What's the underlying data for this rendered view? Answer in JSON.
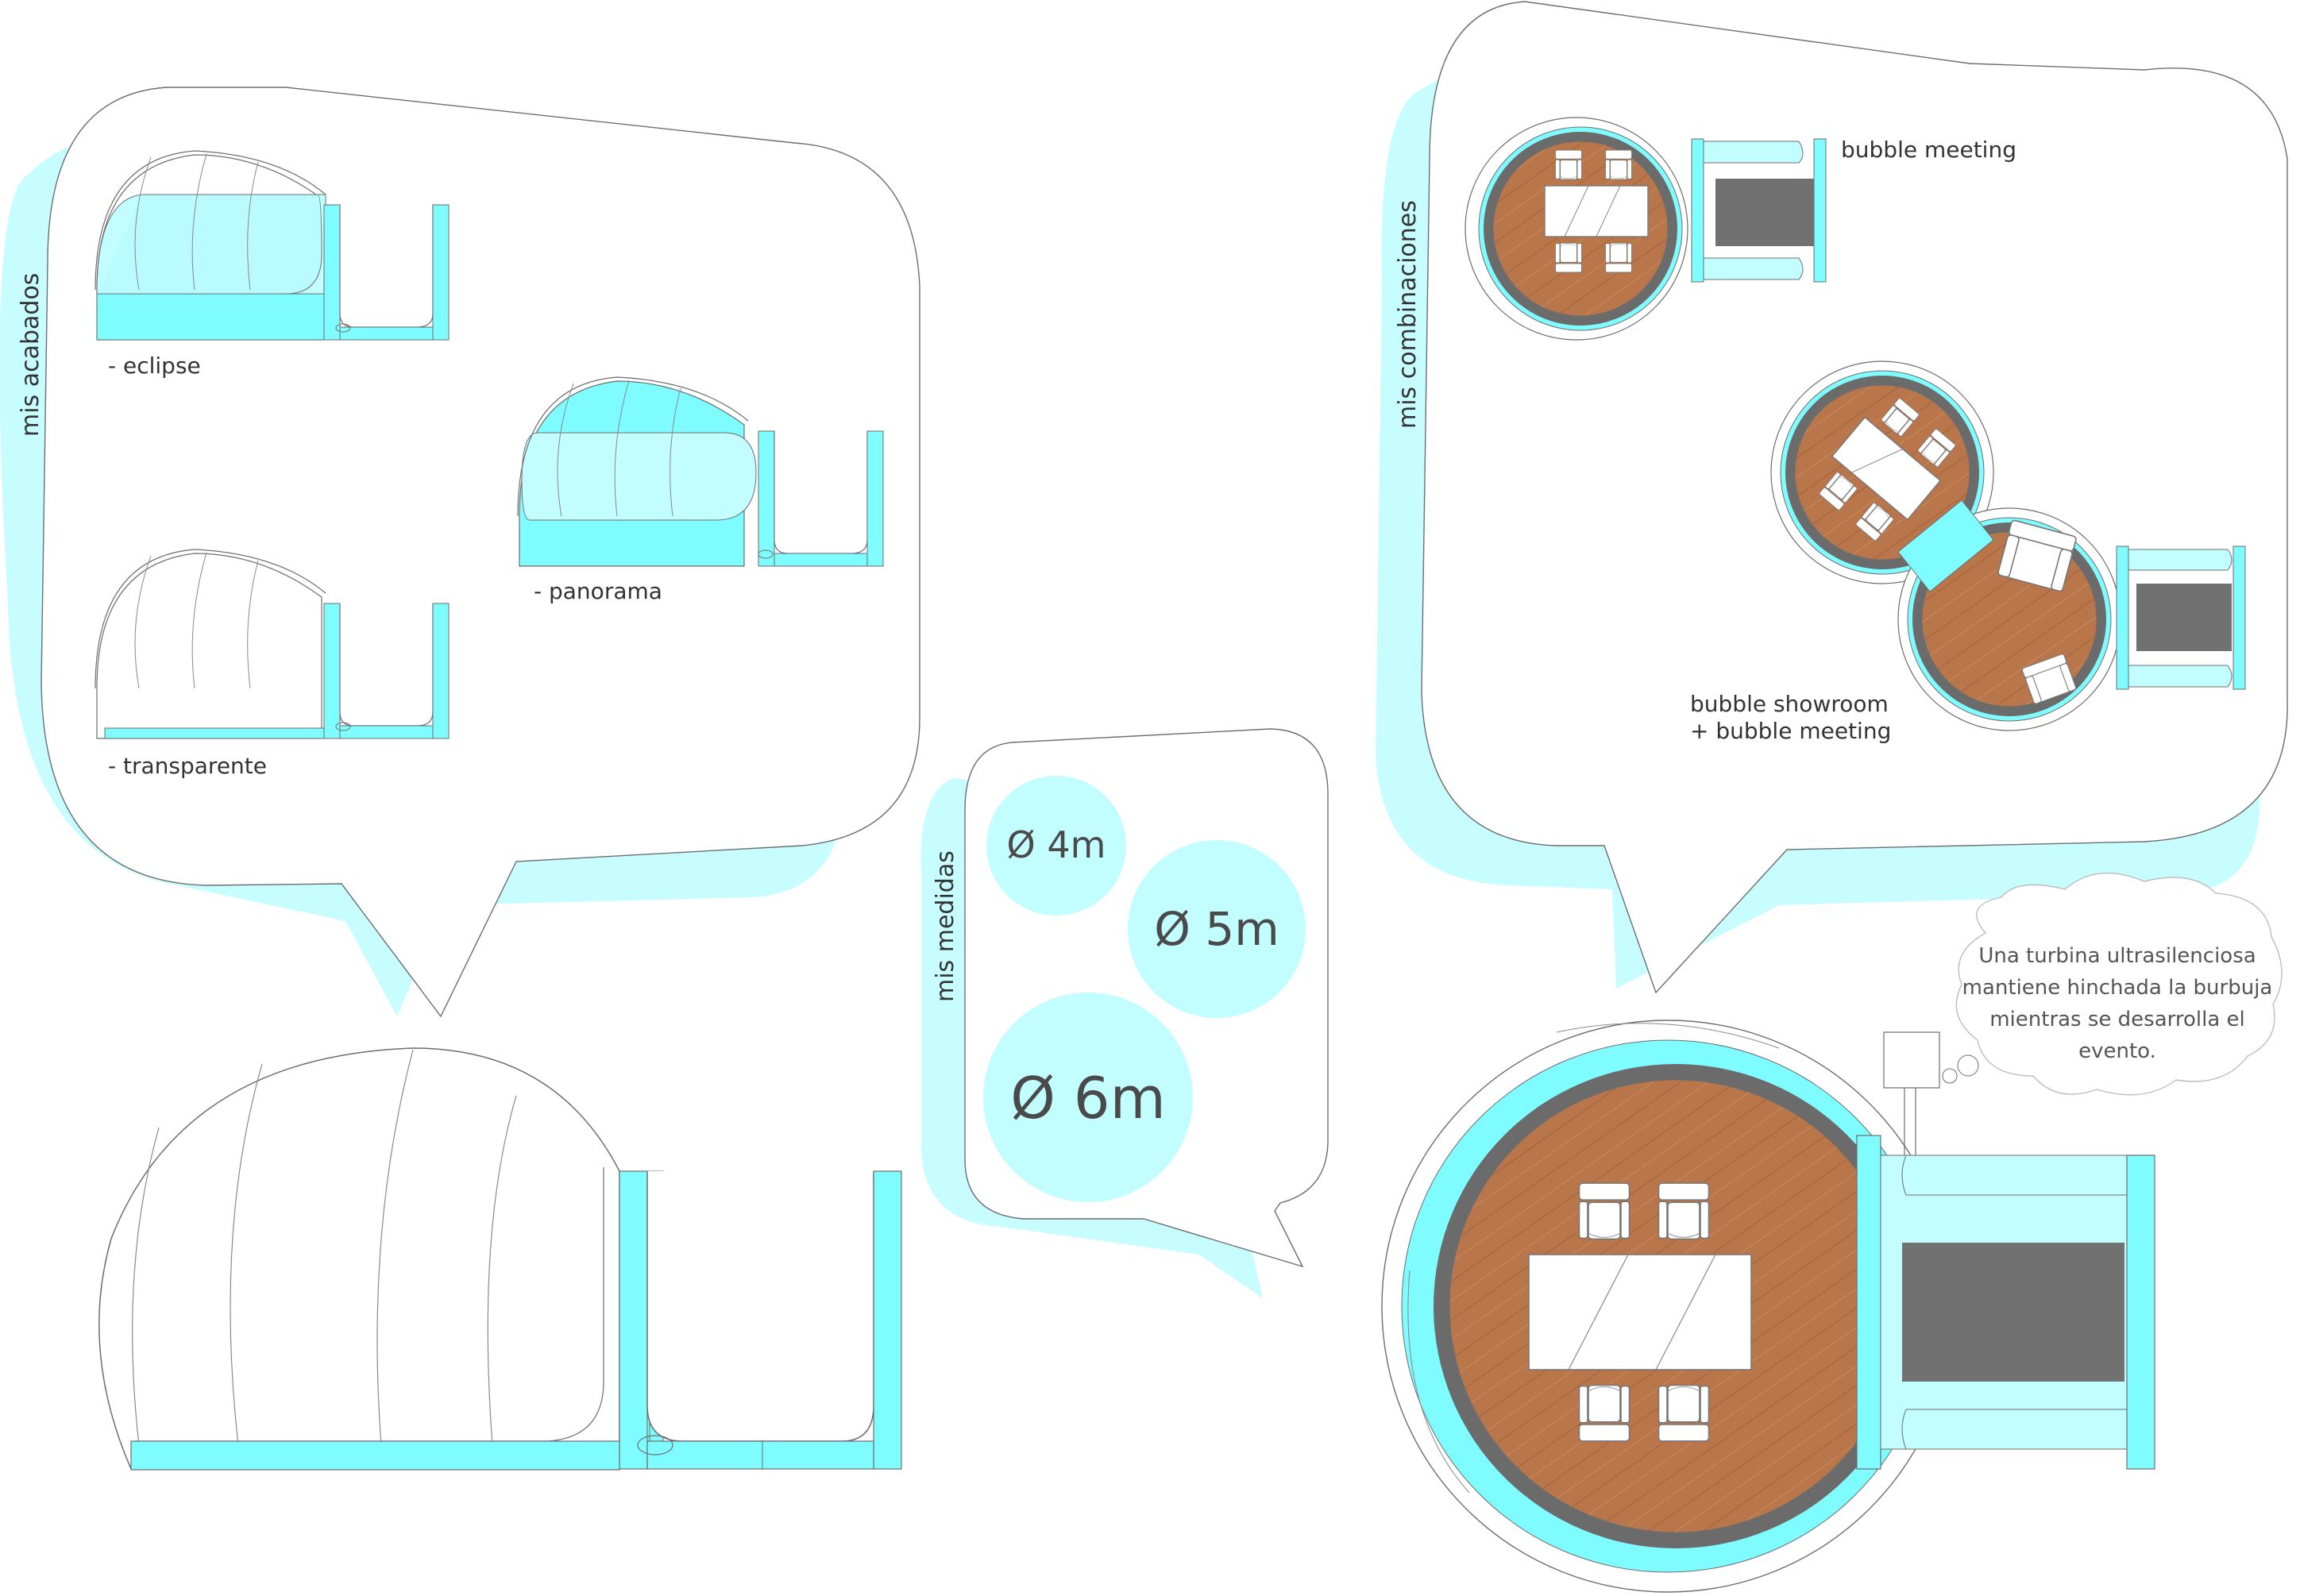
{
  "colors": {
    "cyan": "#7ffcff",
    "cyan_light": "#c2fdff",
    "cyan_shadow": "#c8fdff",
    "wood": "#b9764a",
    "dark_ring": "#6b6b6b",
    "corridor": "#717171",
    "outline": "#6e6e6e",
    "text": "#333333"
  },
  "acabados": {
    "title": "mis acabados",
    "eclipse_label": "- eclipse",
    "panorama_label": "- panorama",
    "transparente_label": "- transparente"
  },
  "medidas": {
    "title": "mis medidas",
    "d4": "Ø 4m",
    "d5": "Ø 5m",
    "d6": "Ø 6m"
  },
  "combinaciones": {
    "title": "mis combinaciones",
    "meeting_label": "bubble meeting",
    "showroom_label_line1": "bubble showroom",
    "showroom_label_line2": "+ bubble meeting"
  },
  "turbine_note": {
    "line1": "Una turbina ultrasilenciosa",
    "line2": "mantiene hinchada la burbuja",
    "line3": "mientras se desarrolla el",
    "line4": "evento."
  }
}
